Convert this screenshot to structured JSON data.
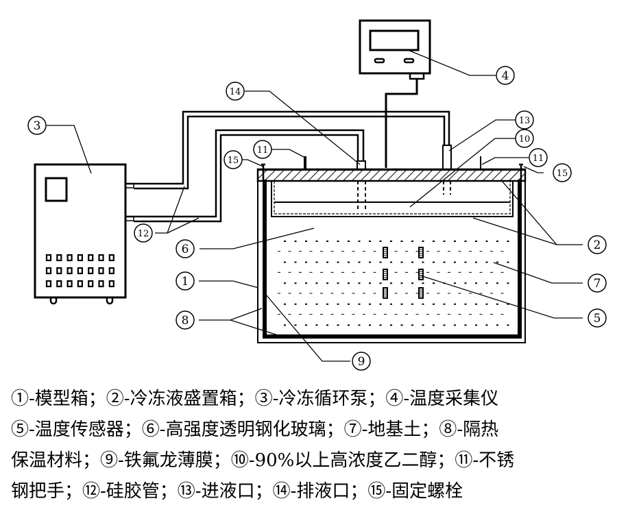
{
  "callouts": {
    "c1": "1",
    "c2": "2",
    "c3": "3",
    "c4": "4",
    "c5": "5",
    "c6": "6",
    "c7": "7",
    "c8": "8",
    "c9": "9",
    "c10": "10",
    "c11a": "11",
    "c11b": "11",
    "c12": "12",
    "c13": "13",
    "c14": "14",
    "c15a": "15",
    "c15b": "15"
  },
  "legend": {
    "lines": [
      "①-模型箱；②-冷冻液盛置箱；③-冷冻循环泵；④-温度采集仪",
      "⑤-温度传感器；⑥-高强度透明钢化玻璃；⑦-地基土；⑧-隔热",
      "保温材料；⑨-铁氟龙薄膜；⑩-90%以上高浓度乙二醇；⑪-不锈",
      "钢把手；⑫-硅胶管；⑬-进液口；⑭-排液口；⑮-固定螺栓"
    ]
  },
  "colors": {
    "line": "#000000",
    "background": "#ffffff"
  }
}
